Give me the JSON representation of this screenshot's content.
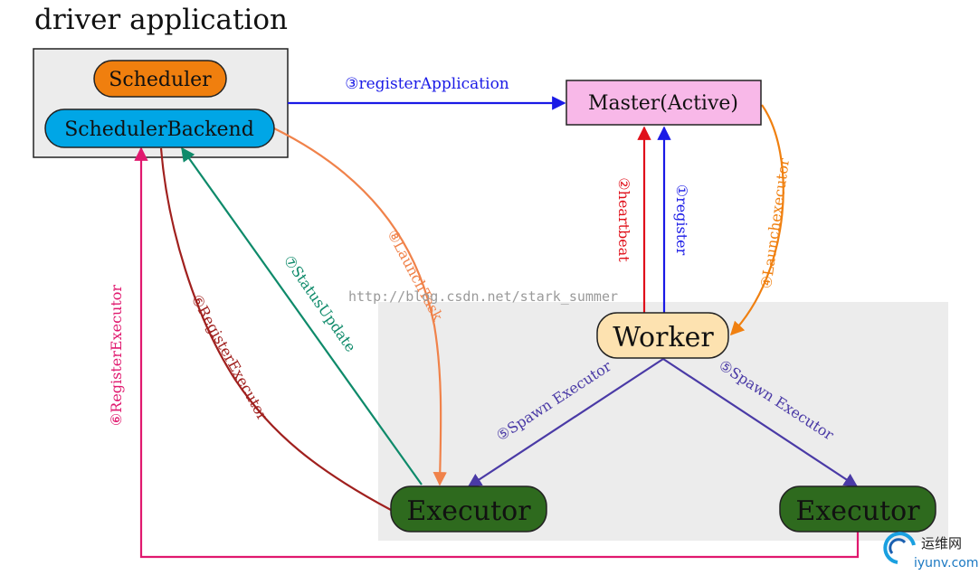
{
  "title": "driver application",
  "nodes": {
    "scheduler": "Scheduler",
    "scheduler_backend": "SchedulerBackend",
    "master": "Master(Active)",
    "worker": "Worker",
    "executor_left": "Executor",
    "executor_right": "Executor"
  },
  "edges": {
    "register_application": "③registerApplication",
    "heartbeat": "②heartbeat",
    "register": "①register",
    "launch_executor": "④Launchexecutor",
    "spawn_executor_left": "⑤Spawn Executor",
    "spawn_executor_right": "⑤Spawn Executor",
    "register_executor_outer": "⑥RegisterExecutor",
    "register_executor_inner": "⑥RegisterExecutor",
    "status_update": "⑦StatusUpdate",
    "launch_task": "⑧LaunchTask"
  },
  "watermark": {
    "url": "http://blog.csdn.net/stark_summer",
    "brand_cn": "运维网",
    "brand_en": "iyunv.com"
  },
  "colors": {
    "register_application": "#1a1ae6",
    "heartbeat": "#e0101a",
    "register": "#1a1ae6",
    "launch_executor": "#f08010",
    "spawn_executor": "#4a3aa6",
    "register_executor_outer": "#e0186e",
    "register_executor_inner": "#a0201e",
    "status_update": "#0e8a6a",
    "launch_task": "#f0824a",
    "scheduler_fill": "#f07f0e",
    "backend_fill": "#00a6e6",
    "master_fill": "#f8b8e8",
    "worker_fill": "#fde2b0",
    "executor_fill": "#2e6a1e",
    "driver_box_fill": "#ececec",
    "worker_area_fill": "#ececec"
  }
}
